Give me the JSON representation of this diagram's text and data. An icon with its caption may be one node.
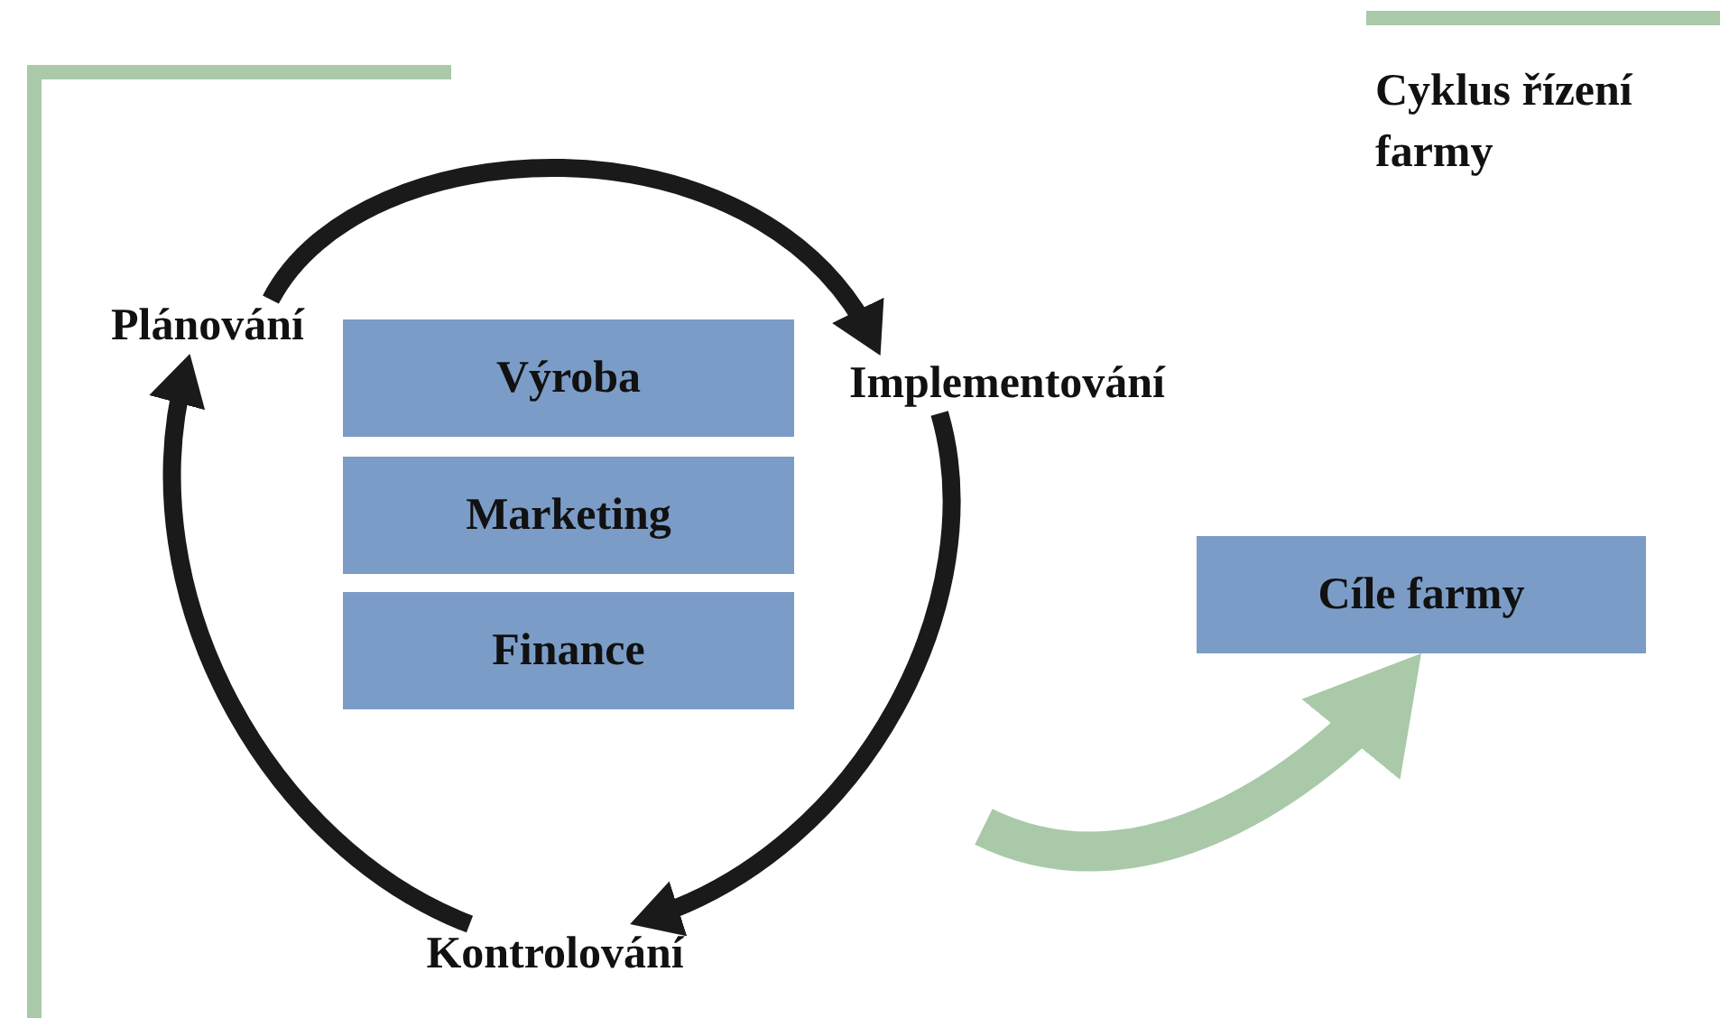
{
  "diagram": {
    "title": "Cyklus řízení farmy",
    "nodes": [
      {
        "text": [
          "Plánování"
        ]
      },
      {
        "text": [
          "Implementování"
        ]
      },
      {
        "text": [
          "Kontrolování"
        ]
      },
      {
        "text": [
          "Výroba"
        ]
      },
      {
        "text": [
          "Marketing"
        ]
      },
      {
        "text": [
          "Finance"
        ]
      },
      {
        "text": [
          "Cíle farmy"
        ]
      }
    ],
    "edges": [
      {
        "from": 0,
        "to": 1,
        "arrow": "to"
      },
      {
        "from": 1,
        "to": 2,
        "arrow": "to"
      },
      {
        "from": 2,
        "to": 0,
        "arrow": "to"
      },
      {
        "from": null,
        "to": 6,
        "arrow": "to",
        "style": "thick",
        "color": "#a9c9a9"
      }
    ]
  }
}
